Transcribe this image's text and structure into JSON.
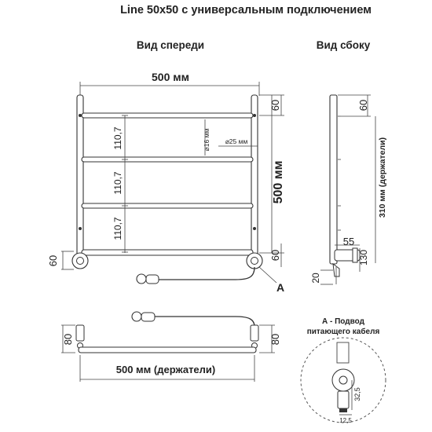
{
  "title": "Line 50x50 с универсальным подключением",
  "front_view": {
    "heading": "Вид спереди",
    "width_label": "500 мм",
    "height_label": "500 мм",
    "top_offset": "60",
    "bottom_offset": "60",
    "bottom_offset_right": "60",
    "spacing_1": "110,7",
    "spacing_2": "110,7",
    "spacing_3": "110,7",
    "diameter_small": "⌀16 мм",
    "diameter_large": "⌀25 мм",
    "connection_marker": "A"
  },
  "side_view": {
    "heading": "Вид сбоку",
    "top_offset": "60",
    "holder_span": "310 мм (держатели)",
    "depth": "55",
    "bracket_height": "130",
    "bottom_offset": "20"
  },
  "top_view": {
    "holders_width": "500 мм (держатели)",
    "left_depth": "80",
    "right_depth": "80"
  },
  "detail_a": {
    "title_line1": "А - Подвод",
    "title_line2": "питающего кабеля",
    "dim_vertical": "32,5",
    "dim_horizontal": "12,5"
  }
}
